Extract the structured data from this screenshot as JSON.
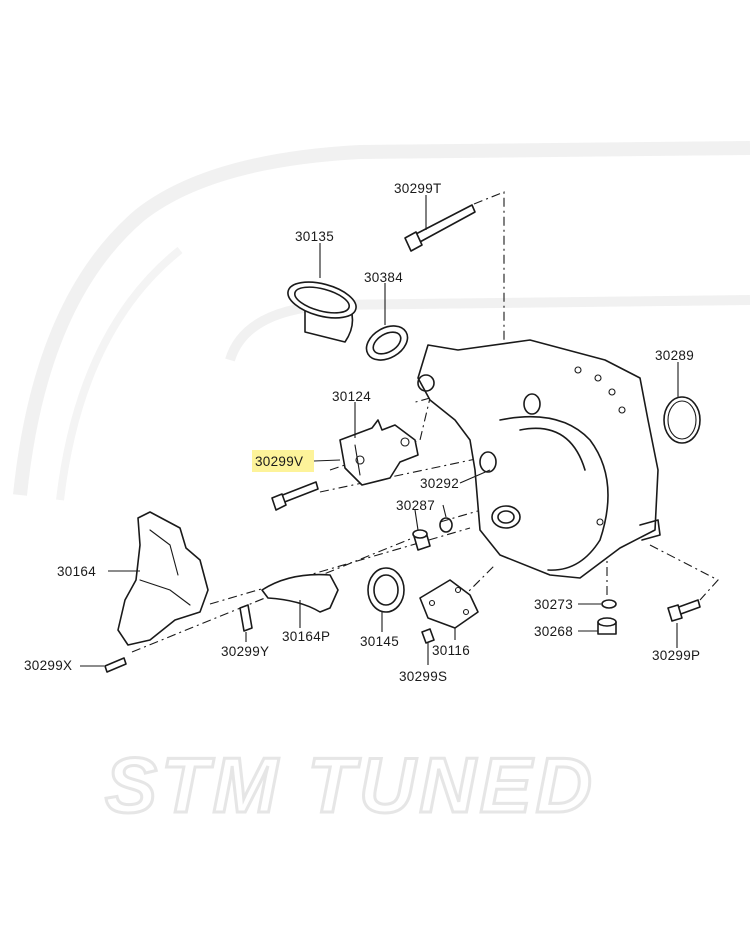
{
  "watermark": {
    "brand": "STM TUNED"
  },
  "highlight_color": "#fdf39a",
  "labels": {
    "l30299T": "30299T",
    "l30135": "30135",
    "l30384": "30384",
    "l30289": "30289",
    "l30124": "30124",
    "l30299V": "30299V",
    "l30292": "30292",
    "l30287": "30287",
    "l30164": "30164",
    "l30273": "30273",
    "l30268": "30268",
    "l30299X": "30299X",
    "l30299Y": "30299Y",
    "l30164P": "30164P",
    "l30145": "30145",
    "l30116": "30116",
    "l30299S": "30299S",
    "l30299P": "30299P"
  }
}
